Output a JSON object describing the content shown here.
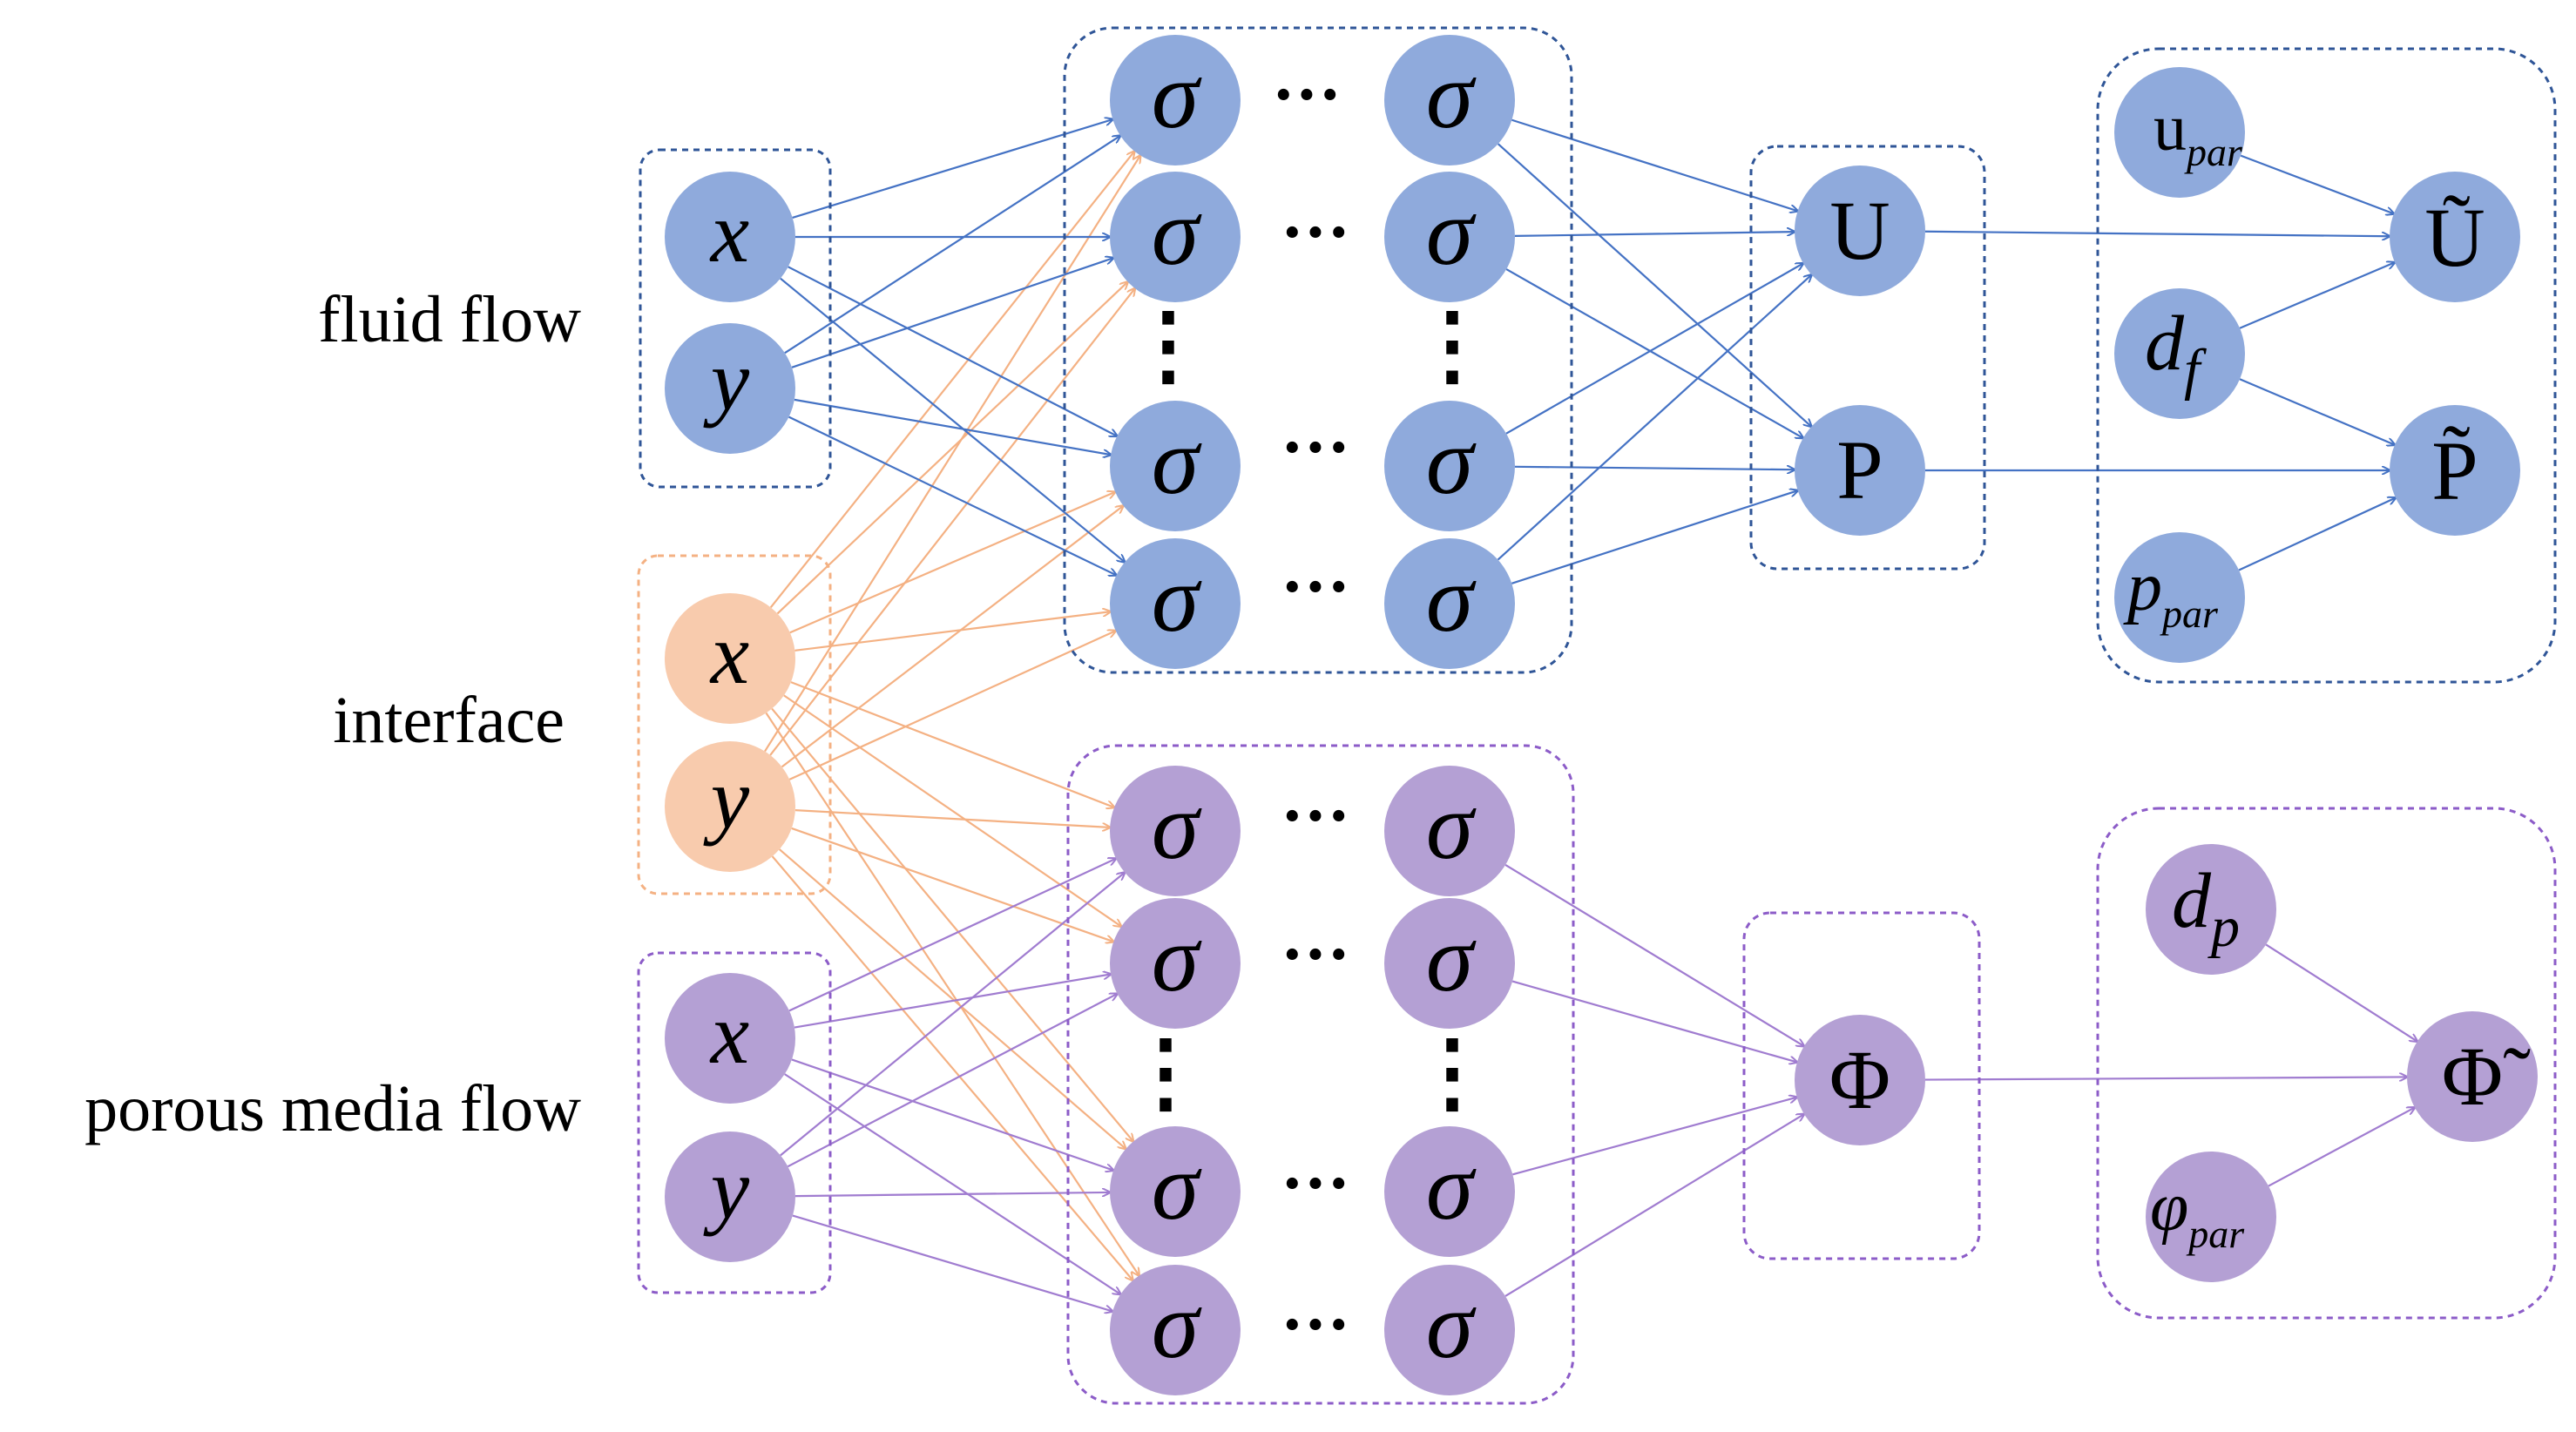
{
  "colors": {
    "blue_node": "#8faadc",
    "blue_edge": "#4472c4",
    "blue_box": "#2f5597",
    "orange_node": "#f8cbad",
    "orange_edge": "#f4b183",
    "orange_box": "#f4b183",
    "purple_node": "#b4a0d4",
    "purple_edge": "#a07cd0",
    "purple_box": "#8c5cc8"
  },
  "labels": {
    "fluid": "fluid flow",
    "interface": "interface",
    "porous": "porous media flow"
  },
  "symbols": {
    "x": "x",
    "y": "y",
    "sigma": "σ",
    "dots_h": "···",
    "dots_v": "⋮",
    "U": "U",
    "P": "P",
    "Phi": "Φ",
    "U_tilde": "Ũ",
    "P_tilde": "P̃",
    "Phi_tilde": "Φ̃",
    "u_par": {
      "base": "u",
      "sub": "par"
    },
    "d_f": {
      "base": "d",
      "sub": "f"
    },
    "p_par": {
      "base": "p",
      "sub": "par"
    },
    "d_p": {
      "base": "d",
      "sub": "p"
    },
    "phi_par": {
      "base": "φ",
      "sub": "par"
    }
  }
}
